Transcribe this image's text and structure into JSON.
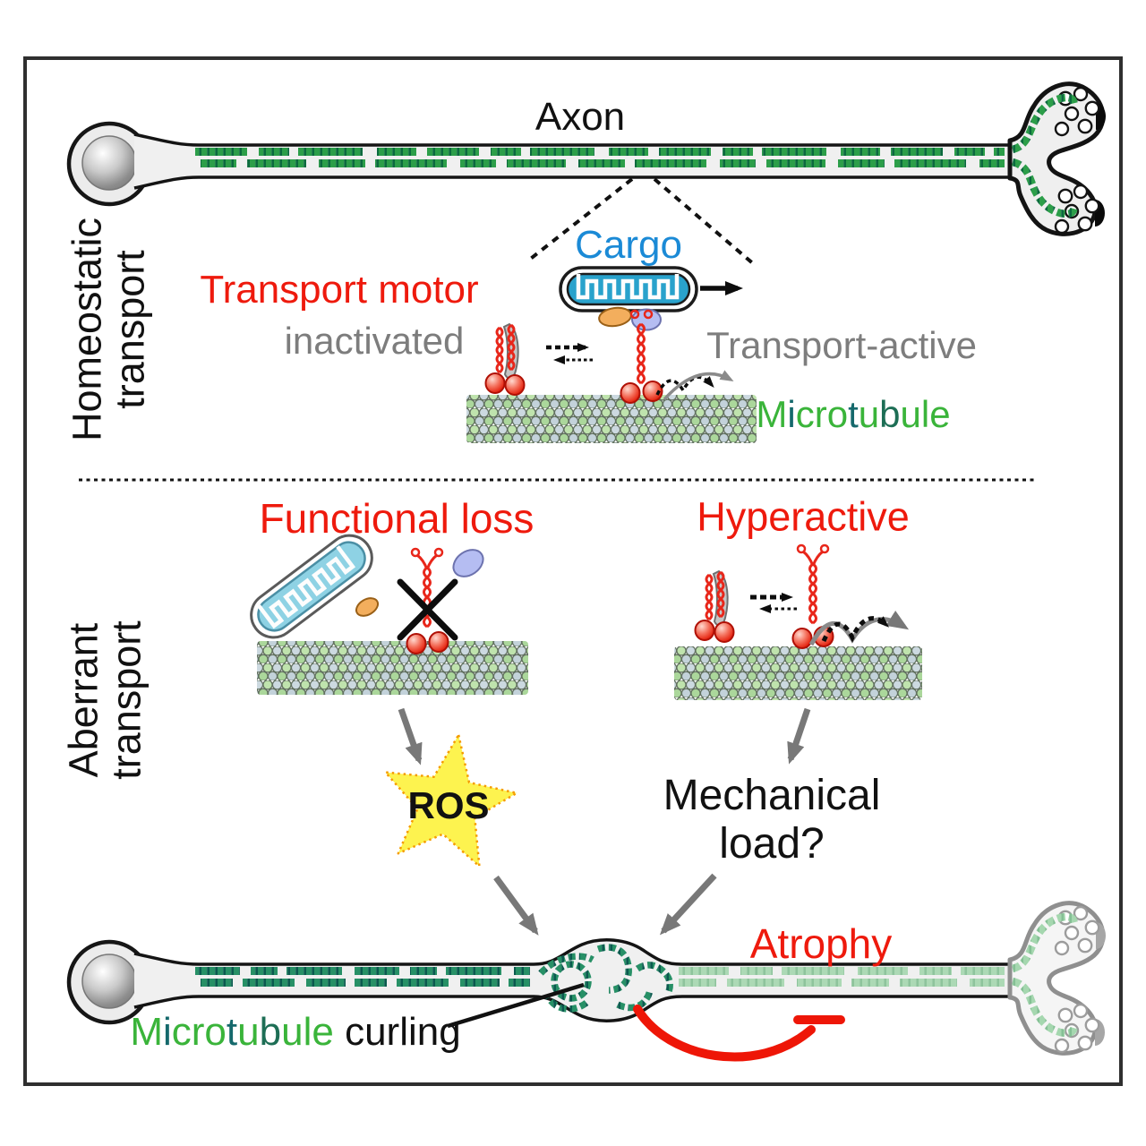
{
  "figure": {
    "axon_label": "Axon",
    "sections": {
      "homeostatic": {
        "line1": "Homeostatic",
        "line2": "transport"
      },
      "aberrant": {
        "line1": "Aberrant",
        "line2": "transport"
      }
    },
    "homeostatic": {
      "cargo": "Cargo",
      "transport_motor": "Transport motor",
      "inactivated": "inactivated",
      "transport_active": "Transport-active",
      "microtubule_letters": [
        {
          "ch": "M",
          "c": "#3ab43a"
        },
        {
          "ch": "i",
          "c": "#15696c"
        },
        {
          "ch": "c",
          "c": "#3ab43a"
        },
        {
          "ch": "r",
          "c": "#3ab43a"
        },
        {
          "ch": "o",
          "c": "#3ab43a"
        },
        {
          "ch": "t",
          "c": "#15696c"
        },
        {
          "ch": "u",
          "c": "#3ab43a"
        },
        {
          "ch": "b",
          "c": "#1d6e55"
        },
        {
          "ch": "u",
          "c": "#3ab43a"
        },
        {
          "ch": "l",
          "c": "#3ab43a"
        },
        {
          "ch": "e",
          "c": "#3ab43a"
        }
      ]
    },
    "aberrant": {
      "functional_loss": "Functional loss",
      "hyperactive": "Hyperactive",
      "ros": "ROS",
      "mechanical_line1": "Mechanical",
      "mechanical_line2": "load?"
    },
    "bottom": {
      "atrophy": "Atrophy",
      "curling_letters": [
        {
          "ch": "M",
          "c": "#3ab43a"
        },
        {
          "ch": "i",
          "c": "#15696c"
        },
        {
          "ch": "c",
          "c": "#3ab43a"
        },
        {
          "ch": "r",
          "c": "#3ab43a"
        },
        {
          "ch": "o",
          "c": "#3ab43a"
        },
        {
          "ch": "t",
          "c": "#15696c"
        },
        {
          "ch": "u",
          "c": "#3ab43a"
        },
        {
          "ch": "b",
          "c": "#1d6e55"
        },
        {
          "ch": "u",
          "c": "#3ab43a"
        },
        {
          "ch": "l",
          "c": "#3ab43a"
        },
        {
          "ch": "e",
          "c": "#3ab43a"
        }
      ],
      "curling_suffix": " curling"
    },
    "colors": {
      "accent_red": "#ee1a0d",
      "accent_blue": "#1b8ad6",
      "accent_gray": "#7d7d7d",
      "microtubule_green": "#3ab43a",
      "microtubule_dark": "#15696c",
      "ros_yellow": "#fdf34f",
      "ros_border_orange": "#f59b00"
    }
  }
}
